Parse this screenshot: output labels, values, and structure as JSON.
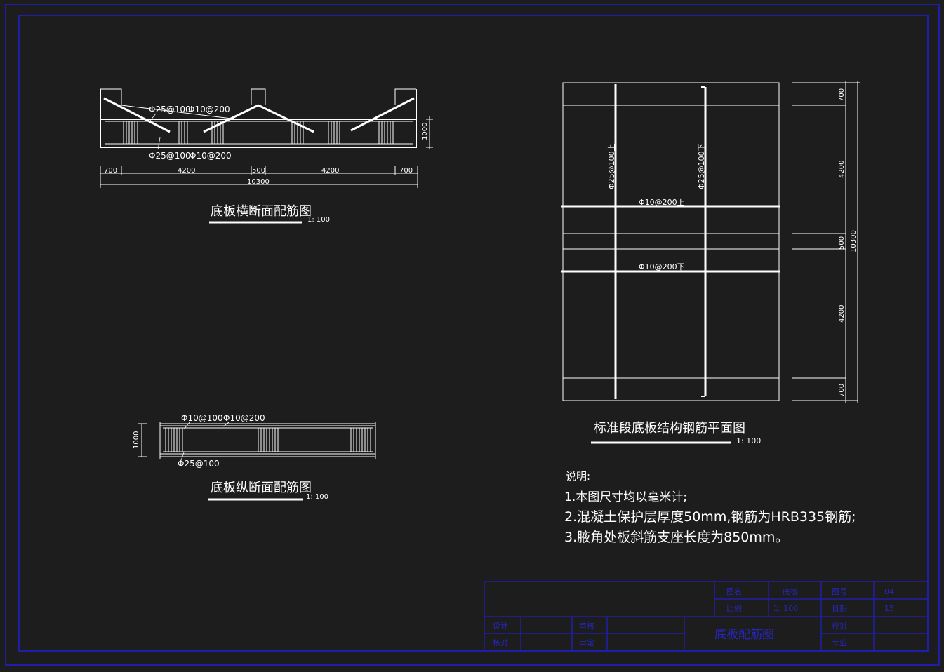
{
  "sheet": {
    "frame_color": "#1e1ea8",
    "line_color": "#ffffff",
    "background": "#1d1d1d"
  },
  "cross_section": {
    "title": "底板横断面配筋图",
    "scale": "1: 100",
    "rebar_top_1": "Φ25@100",
    "rebar_top_2": "Φ10@200",
    "rebar_bottom_1": "Φ25@100",
    "rebar_bottom_2": "Φ10@200",
    "height_dim": "1000",
    "dims": [
      "700",
      "4200",
      "500",
      "4200",
      "700"
    ],
    "total_dim": "10300"
  },
  "long_section": {
    "title": "底板纵断面配筋图",
    "scale": "1: 100",
    "rebar_top_1": "Φ10@100",
    "rebar_top_2": "Φ10@200",
    "rebar_bottom": "Φ25@100",
    "height_dim": "1000"
  },
  "plan": {
    "title": "标准段底板结构钢筋平面图",
    "scale": "1: 100",
    "rebar_left": "Φ25@100上",
    "rebar_right": "Φ25@100下",
    "rebar_mid_top": "Φ10@200上",
    "rebar_mid_bottom": "Φ10@200下",
    "dims": [
      "700",
      "4200",
      "500",
      "4200",
      "700"
    ],
    "total_dim": "10300"
  },
  "notes": {
    "heading": "说明:",
    "items": [
      "1.本图尺寸均以毫米计;",
      "2.混凝土保护层厚度50mm,钢筋为HRB335钢筋;",
      "3.腋角处板斜筋支座长度为850mm。"
    ]
  },
  "title_block": {
    "drawing_title": "底板配筋图",
    "cells": [
      "图名",
      "底板",
      "图号",
      "04",
      "比例",
      "1: 100",
      "日期",
      "15",
      "设计",
      "审核",
      "核对",
      "审定",
      "校对",
      "专业"
    ]
  }
}
